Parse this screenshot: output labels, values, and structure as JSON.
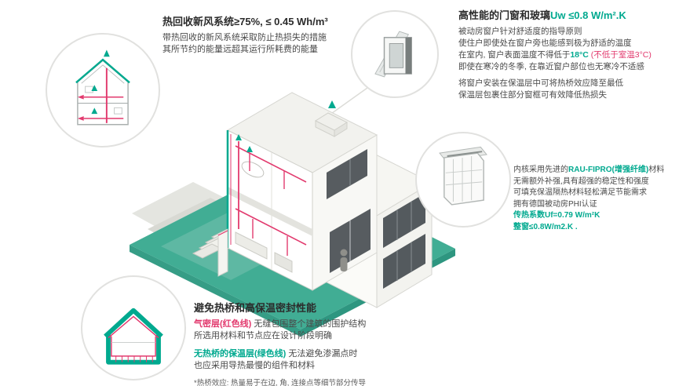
{
  "colors": {
    "teal_accent": "#00A98F",
    "red_accent": "#E23A6E",
    "base_green": "#41AD94",
    "text_dark": "#2B2B2B"
  },
  "callouts": {
    "ventilation": {
      "title": "热回收新风系统≥75%, ≤ 0.45 Wh/m³",
      "line1": "带热回收的新风系统采取防止热损失的措施",
      "line2": "其所节约的能量远超其运行所耗费的能量"
    },
    "windows": {
      "title_black": "高性能的门窗和玻璃",
      "title_green": "Uw ≤0.8 W/m².K",
      "line1": "被动房窗户针对舒适度的指导原则",
      "line2": "使住户即使处在窗户旁也能感到极为舒适的温度",
      "line3_a": "在室内, 窗户表面温度不得低于",
      "line3_b": "18°C",
      "line3_c": " (不低于室温3°C)",
      "line4": "即使在寒冷的冬季, 在靠近窗户部位也无寒冷不适感",
      "line5": "将窗户安装在保温层中可将热桥效应降至最低",
      "line6": "保温层包裹住部分窗框可有效降低热损失"
    },
    "profile": {
      "line1_a": "内核采用先进的",
      "line1_b": "RAU-FIPRO(增强纤维)",
      "line1_c": "材料",
      "line2": "无需额外补强,具有超强的稳定性和强度",
      "line3": "可填充保温隔热材料轻松满足节能需求",
      "line4": "拥有德国被动房PHI认证",
      "line5": "传热系数Uf=0.79 W/m²K",
      "line6": "整窗≤0.8W/m2.K ."
    },
    "thermal": {
      "title": "避免热桥和高保温密封性能",
      "red_label": "气密层(红色线)",
      "line1_rest": " 无缝包围整个建筑的围护结构",
      "line2": "所选用材料和节点应在设计阶段明确",
      "green_label": "无热桥的保温层(绿色线)",
      "line3_rest": " 无法避免渗漏点时",
      "line4": "也应采用导热最慢的组件和材料",
      "footnote": "*热桥效应: 热量易于在边, 角, 连接点等细节部分传导"
    }
  }
}
